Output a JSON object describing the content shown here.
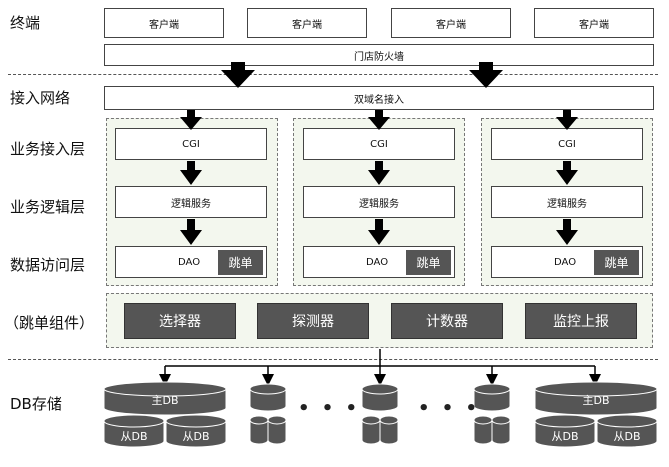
{
  "layers": {
    "terminal": "终端",
    "access_network": "接入网络",
    "business_access": "业务接入层",
    "business_logic": "业务逻辑层",
    "data_access": "数据访问层",
    "jump_component": "（跳单组件）",
    "db_storage": "DB存储"
  },
  "clients": [
    "客户端",
    "客户端",
    "客户端",
    "客户端"
  ],
  "firewall": "门店防火墙",
  "dual_domain": "双域名接入",
  "columns": [
    {
      "cgi": "CGI",
      "logic": "逻辑服务",
      "dao": "DAO",
      "jump": "跳单"
    },
    {
      "cgi": "CGI",
      "logic": "逻辑服务",
      "dao": "DAO",
      "jump": "跳单"
    },
    {
      "cgi": "CGI",
      "logic": "逻辑服务",
      "dao": "DAO",
      "jump": "跳单"
    }
  ],
  "components": [
    "选择器",
    "探测器",
    "计数器",
    "监控上报"
  ],
  "db": {
    "left_master": "主DB",
    "left_slaves": [
      "从DB",
      "从DB"
    ],
    "right_master": "主DB",
    "right_slaves": [
      "从DB",
      "从DB"
    ],
    "ellipsis": "• • •"
  },
  "colors": {
    "dark_fill": "#555555",
    "group_bg": "#f3f7ee",
    "arrow": "#000000"
  }
}
